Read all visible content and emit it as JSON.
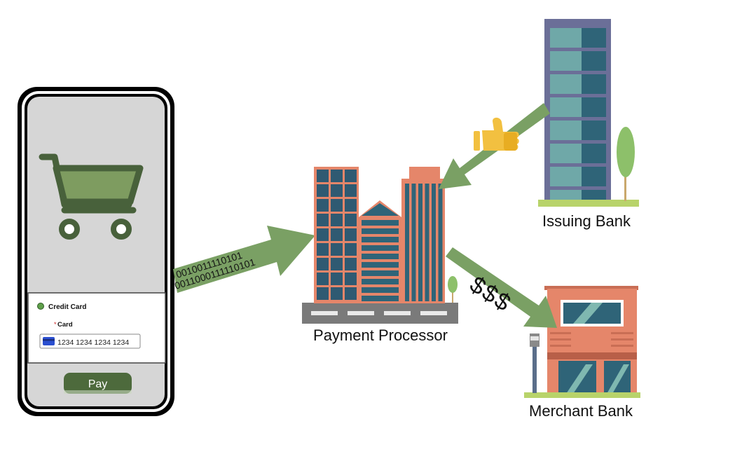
{
  "phone": {
    "payment_method_label": "Credit Card",
    "card_field_label": "Card",
    "card_number": "1234 1234 1234 1234",
    "pay_button_label": "Pay"
  },
  "nodes": {
    "processor_label": "Payment Processor",
    "issuing_bank_label": "Issuing Bank",
    "merchant_bank_label": "Merchant Bank"
  },
  "flows": {
    "data_stream_text_1": "0010011110101",
    "data_stream_text_2": "0011000111110101",
    "money_symbols": "$$$"
  },
  "colors": {
    "arrow_green": "#7aa064",
    "cart_green": "#6b8c50",
    "button_green": "#4d6a3c",
    "building_orange": "#e5866a",
    "building_teal": "#2f6478",
    "bank_blue": "#6b6f98",
    "thumbs_yellow": "#f2c040"
  }
}
